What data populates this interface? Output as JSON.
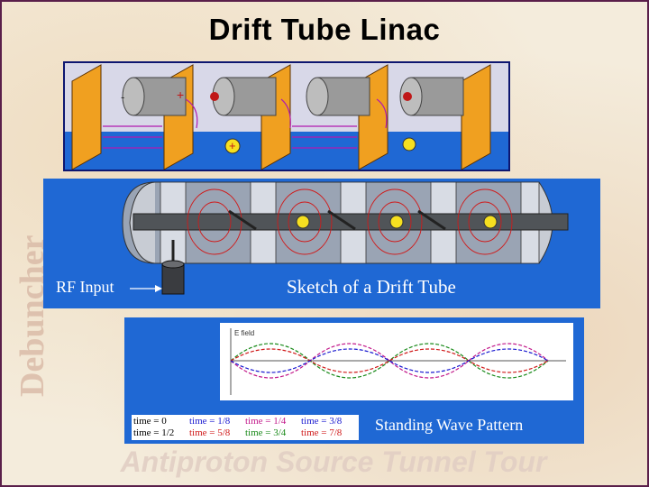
{
  "title": "Drift Tube Linac",
  "watermark_side": "Debuncher",
  "watermark_bottom": "Antiproton Source Tunnel Tour",
  "top_diagram": {
    "plus_sign": "+",
    "minus_sign": "-"
  },
  "sketch": {
    "rf_input_label": "RF Input",
    "caption": "Sketch of a Drift Tube"
  },
  "wave": {
    "axis_label": "E field",
    "caption": "Standing Wave Pattern",
    "legend": [
      {
        "text": "time = 0",
        "color": "#000000"
      },
      {
        "text": "time = 1/8",
        "color": "#1a1ad0"
      },
      {
        "text": "time = 1/4",
        "color": "#c2188a"
      },
      {
        "text": "time = 3/8",
        "color": "#1a1ad0"
      },
      {
        "text": "time = 1/2",
        "color": "#000000"
      },
      {
        "text": "time = 5/8",
        "color": "#d01a1a"
      },
      {
        "text": "time = 3/4",
        "color": "#1a8a1a"
      },
      {
        "text": "time = 7/8",
        "color": "#d01a1a"
      }
    ]
  }
}
